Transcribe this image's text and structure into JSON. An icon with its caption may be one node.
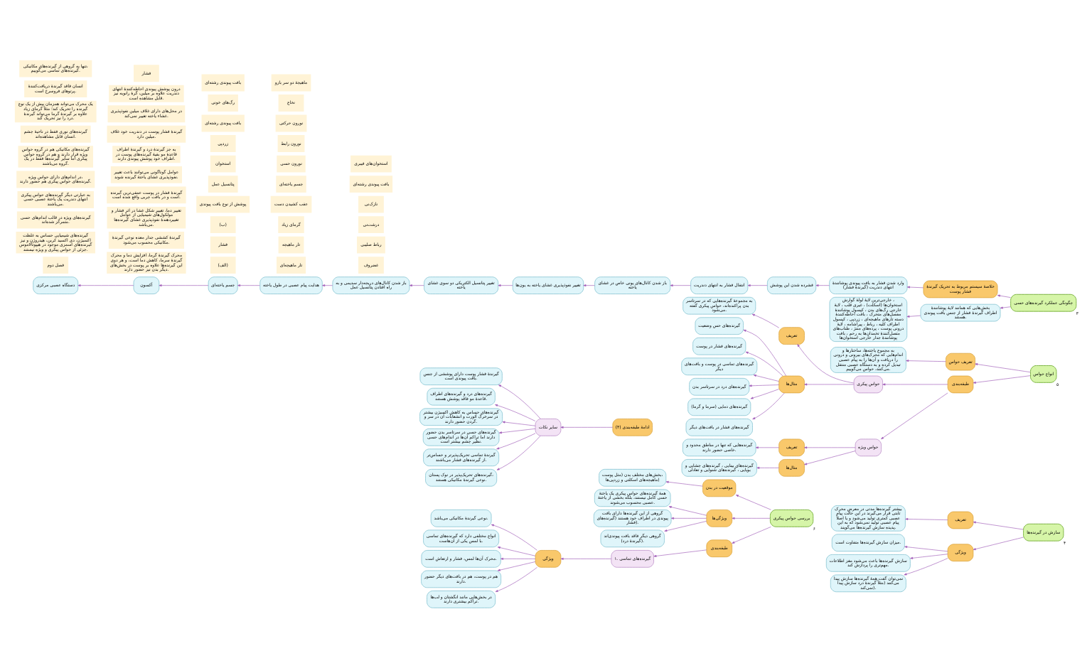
{
  "diagram": {
    "nodes": [
      {
        "text": [
          "سازش در گیرنده‌ها"
        ],
        "beside": [
          "۴"
        ]
      },
      {
        "text": [
          "تعریف"
        ]
      },
      {
        "text": [
          "بیشتر گیرنده‌ها مدتی در معرض محرک ثابتی قرار می‌گیرند در این حالت پیام عصبی کمتری تولید می‌شود و یا اصلاً پیام عصبی تولید نمی‌شود که به این پدیده سازش گیرنده‌ها می‌گویند."
        ]
      },
      {
        "text": [
          "ویژگی"
        ]
      },
      {
        "text": [
          "میزان سازش گیرنده‌ها متفاوت است."
        ]
      },
      {
        "text": [
          "سازش گیرنده‌ها باعث می‌شود مغز اطلاعات مهم‌تری را پردازش کند."
        ]
      },
      {
        "text": [
          "نمی‌توان گفت همهٔ گیرنده‌ها سازش پیدا می‌کنند (مثلاً گیرندهٔ درد سازش پیدا نمی‌کند)."
        ]
      },
      {
        "text": [
          "انواع حواس"
        ],
        "beside": [
          "۵"
        ]
      },
      {
        "text": [
          "تعریف حواس"
        ]
      },
      {
        "text": [
          "به مجموع یاخته‌ها، ساختارها و اندام‌هایی که محرک‌های بیرونی و درونی را دریافت و آن‌ها را به پیام عصبی تبدیل کرده و به دستگاه عصبی منتقل می‌کنند، حواس می‌گوییم."
        ]
      },
      {
        "text": [
          "حواس پیکری"
        ]
      },
      {
        "text": [
          "تعریف"
        ]
      },
      {
        "text": [
          "به مجموعهٔ گیرنده‌هایی که در سرتاسر بدن پراکنده‌اند، حواس پیکری گفته می‌شود."
        ]
      },
      {
        "text": [
          "مثال‌ها"
        ]
      },
      {
        "text": [
          "گیرنده‌های حس وضعیت"
        ]
      },
      {
        "text": [
          "گیرنده‌های فشار در پوست"
        ]
      },
      {
        "text": [
          "گیرنده‌های تماسی در پوست و بافت‌های دیگر"
        ]
      },
      {
        "text": [
          "گیرنده‌های درد در سرتاسر بدن"
        ]
      },
      {
        "text": [
          "گیرنده‌های دمایی (سرما و گرما)"
        ]
      },
      {
        "text": [
          "گیرنده‌های فشار در بافت‌های دیگر"
        ]
      },
      {
        "text": [
          "حواس ویژه"
        ]
      },
      {
        "text": [
          "تعریف"
        ]
      },
      {
        "text": [
          "گیرنده‌هایی که تنها در مناطق محدود و خاصی حضور دارند."
        ]
      },
      {
        "text": [
          "مثال‌ها"
        ]
      },
      {
        "text": [
          "گیرنده‌های بینایی ، گیرنده‌های چشایی و بویایی ، گیرنده‌های شنوایی و تعادلی"
        ]
      },
      {
        "text": [
          "طبقه‌بندی"
        ]
      },
      {
        "text": [
          "بررسی حواس پیکری"
        ],
        "beside": [
          "۶"
        ]
      },
      {
        "text": [
          "موقعیت در بدن"
        ]
      },
      {
        "text": [
          "بخش‌های مختلف بدن (مثل پوست، ماهیچه‌های اسکلتی و زردپی‌ها)"
        ]
      },
      {
        "text": [
          "ویژگی‌ها"
        ]
      },
      {
        "text": [
          "همهٔ گیرنده‌های حواس پیکری یک یاختهٔ حسی کامل نیستند، بلکه بخشی از یاختهٔ عصبی محسوب می‌شوند."
        ]
      },
      {
        "text": [
          "گروهی از این گیرنده‌ها دارای بافت پیوندی در اطراف خود هستند (گیرنده‌های فشار)."
        ]
      },
      {
        "text": [
          "گروهی دیگر فاقد بافت پیوندی‌اند (گیرندهٔ درد)."
        ]
      },
      {
        "text": [
          "طبقه‌بندی"
        ]
      },
      {
        "text": [
          "۱. گیرنده‌های تماسی"
        ]
      },
      {
        "text": [
          "ویژگی"
        ]
      },
      {
        "text": [
          "نوعی گیرندهٔ مکانیکی می‌باشد."
        ]
      },
      {
        "text": [
          "انواع مختلفی دارد که گیرنده‌های تماسی با لمس یکی از آن‌هاست."
        ]
      },
      {
        "text": [
          "محرک آن‌ها لمس، فشار و ارتعاش است."
        ]
      },
      {
        "text": [
          "هم در پوست، هم در بافت‌های دیگر حضور دارند."
        ]
      },
      {
        "text": [
          "در بخش‌هایی مانند انگشتان و لب‌ها تراکم بیشتری دارند."
        ]
      },
      {
        "text": [
          "چگونگی عملکرد گیرنده‌های حسی"
        ],
        "beside": [
          "۳"
        ]
      },
      {
        "text": [
          "خلاصهٔ سیستم مربوط به تحریک گیرندهٔ فشار پوست"
        ]
      },
      {
        "text": [
          "وارد شدن فشار به بافت پیوندی پوشانندهٔ انتهای دندریت (گیرندهٔ فشار)"
        ]
      },
      {
        "text": [
          "فشرده شدن این پوشش"
        ]
      },
      {
        "text": [
          "انتقال فشار به انتهای دندریت"
        ]
      },
      {
        "text": [
          "باز شدن کانال‌های یونی خاص در غشای یاخته"
        ]
      },
      {
        "text": [
          "تغییر نفوذپذیری غشای یاخته به یون‌ها"
        ]
      },
      {
        "text": [
          "تغییر پتانسیل الکتریکی دو سوی غشای یاخته"
        ]
      },
      {
        "text": [
          "باز شدن کانال‌های دریچه‌دار سدیمی و به راه افتادن پتانسیل عمل"
        ]
      },
      {
        "text": [
          "هدایت پیام عصبی در طول یاخته"
        ]
      },
      {
        "text": [
          "جسم یاخته‌ای"
        ]
      },
      {
        "text": [
          "آکسون"
        ]
      },
      {
        "text": [
          "دستگاه عصبی مرکزی"
        ]
      },
      {
        "text": [
          "بخش‌هایی که همانند لایهٔ پوشانندهٔ اطراف گیرندهٔ فشار از جنس بافت پیوندی هستند."
        ]
      },
      {
        "text": [
          "خارجی‌ترین لایهٔ لولهٔ گوارش ، استخوان‌ها (اسکلت) ، غیری قلب ، لایهٔ خارجی رگ‌های بدن ، کپسول پوشانندهٔ مفصل‌های متحرک ، بافت احاطه‌کنندهٔ دسته تارهای ماهیچه‌ای ، زردپی ، کپسول اطراف کلیه ، رباط ، پیراشامه ، لایهٔ درونی پوست ، پرده‌های مننژ ، طناب‌های متصل‌کنندهٔ تخمدان‌ها به رحم ، بافت پوشانندهٔ جدار خارجی استخوان‌ها"
        ]
      },
      {
        "text": [
          "سایر نکات"
        ]
      },
      {
        "text": [
          "گیرندهٔ فشار پوست دارای پوششی از جنس بافت پیوندی است."
        ]
      },
      {
        "text": [
          "گیرنده‌های درد و گیرنده‌های اطراف قاعدهٔ مو فاقد پوشش هستند."
        ]
      },
      {
        "text": [
          "گیرنده‌های حساس به کاهش اکسیژن بیشتر در سرخرگ آئورت و انشعابات آن در سر و گردن حضور دارند."
        ]
      },
      {
        "text": [
          "گیرنده‌های حسی در سرتاسر بدن حضور دارند اما تراکم آن‌ها در اندام‌های حسی نظیر چشم بیشتر است."
        ]
      },
      {
        "text": [
          "گیرندهٔ تماسی تحریک‌پذیرتر و حساس‌تر از گیرنده‌های فشار می‌باشند."
        ]
      },
      {
        "text": [
          "گیرنده‌های تحریک‌پذیر در نوک پستان، نوعی گیرندهٔ مکانیکی هستند."
        ]
      },
      {
        "text": [
          "ادامهٔ طبقه‌بندی (۳)"
        ]
      }
    ],
    "edges": [
      {
        "from": 0,
        "to": 1,
        "arrow": "to"
      },
      {
        "from": 1,
        "to": 2,
        "arrow": "to"
      },
      {
        "from": 0,
        "to": 3,
        "arrow": "to"
      },
      {
        "from": 3,
        "to": 4,
        "arrow": "to"
      },
      {
        "from": 3,
        "to": 5,
        "arrow": "to"
      },
      {
        "from": 3,
        "to": 6,
        "arrow": "to"
      },
      {
        "from": 7,
        "to": 8,
        "arrow": "to"
      },
      {
        "from": 8,
        "to": 9,
        "arrow": "to"
      },
      {
        "from": 7,
        "to": 25,
        "arrow": "to"
      },
      {
        "from": 25,
        "to": 10,
        "arrow": "to"
      },
      {
        "from": 25,
        "to": 20,
        "arrow": "to"
      },
      {
        "from": 10,
        "to": 11,
        "arrow": "to"
      },
      {
        "from": 11,
        "to": 12,
        "arrow": "to"
      },
      {
        "from": 10,
        "to": 13,
        "arrow": "to"
      },
      {
        "from": 13,
        "to": 14,
        "arrow": "to"
      },
      {
        "from": 13,
        "to": 15,
        "arrow": "to"
      },
      {
        "from": 13,
        "to": 16,
        "arrow": "to"
      },
      {
        "from": 13,
        "to": 17,
        "arrow": "to"
      },
      {
        "from": 13,
        "to": 18,
        "arrow": "to"
      },
      {
        "from": 13,
        "to": 19,
        "arrow": "to"
      },
      {
        "from": 20,
        "to": 21,
        "arrow": "to"
      },
      {
        "from": 21,
        "to": 22,
        "arrow": "to"
      },
      {
        "from": 20,
        "to": 23,
        "arrow": "to"
      },
      {
        "from": 23,
        "to": 24,
        "arrow": "to"
      },
      {
        "from": 26,
        "to": 27,
        "arrow": "to"
      },
      {
        "from": 27,
        "to": 28,
        "arrow": "to"
      },
      {
        "from": 26,
        "to": 29,
        "arrow": "to"
      },
      {
        "from": 29,
        "to": 30,
        "arrow": "to"
      },
      {
        "from": 29,
        "to": 31,
        "arrow": "to"
      },
      {
        "from": 29,
        "to": 32,
        "arrow": "to"
      },
      {
        "from": 26,
        "to": 33,
        "arrow": "to"
      },
      {
        "from": 33,
        "to": 34,
        "arrow": "to"
      },
      {
        "from": 34,
        "to": 35,
        "arrow": "to"
      },
      {
        "from": 35,
        "to": 36,
        "arrow": "to"
      },
      {
        "from": 35,
        "to": 37,
        "arrow": "to"
      },
      {
        "from": 35,
        "to": 38,
        "arrow": "to"
      },
      {
        "from": 35,
        "to": 39,
        "arrow": "to"
      },
      {
        "from": 35,
        "to": 40,
        "arrow": "to"
      },
      {
        "from": 41,
        "to": 42,
        "arrow": "to"
      },
      {
        "from": 42,
        "to": 43,
        "arrow": "to"
      },
      {
        "from": 43,
        "to": 44,
        "arrow": "to"
      },
      {
        "from": 44,
        "to": 45,
        "arrow": "to"
      },
      {
        "from": 45,
        "to": 46,
        "arrow": "to"
      },
      {
        "from": 46,
        "to": 47,
        "arrow": "to"
      },
      {
        "from": 47,
        "to": 48,
        "arrow": "to"
      },
      {
        "from": 48,
        "to": 49,
        "arrow": "to"
      },
      {
        "from": 49,
        "to": 50,
        "arrow": "to"
      },
      {
        "from": 50,
        "to": 51,
        "arrow": "to"
      },
      {
        "from": 51,
        "to": 52,
        "arrow": "to"
      },
      {
        "from": 52,
        "to": 53,
        "arrow": "to"
      },
      {
        "from": 41,
        "to": 54,
        "arrow": "to"
      },
      {
        "from": 54,
        "to": 55,
        "arrow": "to"
      },
      {
        "from": 56,
        "to": 57,
        "arrow": "to"
      },
      {
        "from": 56,
        "to": 58,
        "arrow": "to"
      },
      {
        "from": 56,
        "to": 59,
        "arrow": "to"
      },
      {
        "from": 56,
        "to": 60,
        "arrow": "to"
      },
      {
        "from": 56,
        "to": 61,
        "arrow": "to"
      },
      {
        "from": 56,
        "to": 62,
        "arrow": "to"
      },
      {
        "from": 63,
        "to": 56,
        "arrow": "to"
      }
    ],
    "labels": [
      "فصل دوم",
      "گیرنده‌های شیمیایی حساس به غلظت اکسیژن، دی اکسید کربن، هیدروژن و نیز گیرنده‌های اسمزی موجود در هیپوتالاموس جزئی از حواس پیکری و ویژه نیستند.",
      "گیرنده‌های ویژه در قالب اندام‌های حسی متمرکز شده‌اند.",
      "به عبارتی دیگر گیرنده‌های حواس پیکری انتهای دندریت یک یاختهٔ عصبی حسی می‌باشند.",
      "در اندام‌های دارای حواس ویژه، گیرنده‌های حواس پیکری هم حضور دارند.",
      "گیرنده‌های مکانیکی هم در گروه حواس ویژه قرار دارند و هم در گروه حواس پیکری اما سایر گیرنده‌ها فقط در یک گروه می‌باشند.",
      "گیرنده‌های نوری فقط در ناحیهٔ چشم انسان قابل مشاهده‌اند.",
      "یک محرک می‌تواند همزمان بیش از یک نوع گیرنده را تحریک کند؛ مثلاً گرمای زیاد علاوه بر گیرندهٔ گرما می‌تواند گیرندهٔ درد را نیز تحریک کند.",
      "انسان فاقد گیرندهٔ دریافت‌کنندهٔ پرتوهای فروسرخ است.",
      "تنها به گروهی از گیرنده‌های مکانیکی، گیرنده‌های تماسی می‌گوییم.",
      "محرک گیرندهٔ گرما، افزایش دما و محرک گیرندهٔ سرما، کاهش دما است، و هر دوی این گیرنده‌ها علاوه بر پوست در بخش‌های دیگر بدن نیز حضور دارند.",
      "گیرندهٔ کششی جدار معده نوعی گیرندهٔ مکانیکی محسوب می‌شود.",
      "تغییر دما، تغییر شکل غشا در اثر فشار و مولکول‌های شیمیایی از عوامل تغییردهندهٔ نفوذپذیری غشای گیرنده‌ها می‌باشد.",
      "گیرندهٔ فشار در پوست عمقی‌ترین گیرنده است و در بافت چربی واقع شده است.",
      "عوامل گوناگونی می‌توانند باعث تغییر نفوذپذیری غشای یاختهٔ گیرنده شوند.",
      "به جز گیرندهٔ درد و گیرندهٔ اطراف قاعدهٔ مو بقیهٔ گیرنده‌های پوست در اطراف خود پوشش پیوندی دارند.",
      "گیرندهٔ فشار پوست در دندریت خود غلاف میلین دارد.",
      "در محل‌های دارای غلاف میلین نفوذپذیری غشاء یاخته تغییر نمی‌کند.",
      "درون پوشش پیوندی احاطه‌کنندهٔ انتهای دندریت علاوه بر میلین، گرهٔ رانویه نیز قابل مشاهده است.",
      "فشار",
      "(الف)",
      "فشار",
      "(ب)",
      "پوشش از نوع بافت پیوندی",
      "پتانسیل عمل",
      "استخوان",
      "زردپی",
      "بافت پیوندی رشته‌ای",
      "رگ‌های خونی",
      "بافت پیوندی رشته‌ای",
      "تار ماهیچه‌ای",
      "تار ماهیچه",
      "گرمای زیاد",
      "عقب کشیدن دست",
      "جسم یاخته‌ای",
      "نورون حسی",
      "نورون رابط",
      "نورون حرکتی",
      "نخاع",
      "ماهیچهٔ دو سر بازو",
      "غضروف",
      "رباط صلیبی",
      "درشت‌نی",
      "نازک‌نی",
      "بافت پیوندی رشته‌ای",
      "استخوان‌های فیبری"
    ]
  }
}
